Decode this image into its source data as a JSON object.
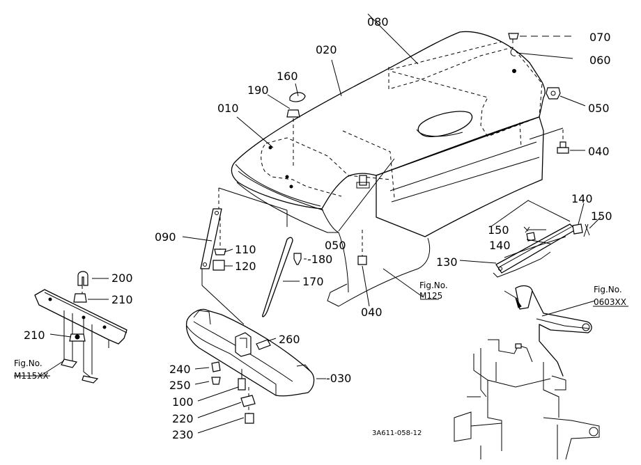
{
  "part_labels": {
    "p010": "010",
    "p020": "020",
    "p030": "030",
    "p040a": "040",
    "p040b": "040",
    "p050a": "050",
    "p050b": "050",
    "p060": "060",
    "p070": "070",
    "p080": "080",
    "p090": "090",
    "p100": "100",
    "p110": "110",
    "p120": "120",
    "p130": "130",
    "p140a": "140",
    "p140b": "140",
    "p150a": "150",
    "p150b": "150",
    "p160": "160",
    "p170": "170",
    "p180": "-180",
    "p190": "190",
    "p200": "200",
    "p210a": "210",
    "p210b": "210",
    "p220": "220",
    "p230": "230",
    "p240": "240",
    "p250": "250",
    "p260": "260",
    "p030_full": "-030"
  },
  "figure_refs": {
    "m125_label": "Fig.No.",
    "m125_value": "M125",
    "m0603_label": "Fig.No.",
    "m0603_value": "0603XX",
    "m115_label": "Fig.No.",
    "m115_value": "M115XX"
  },
  "drawing_code": "3A611-058-12"
}
